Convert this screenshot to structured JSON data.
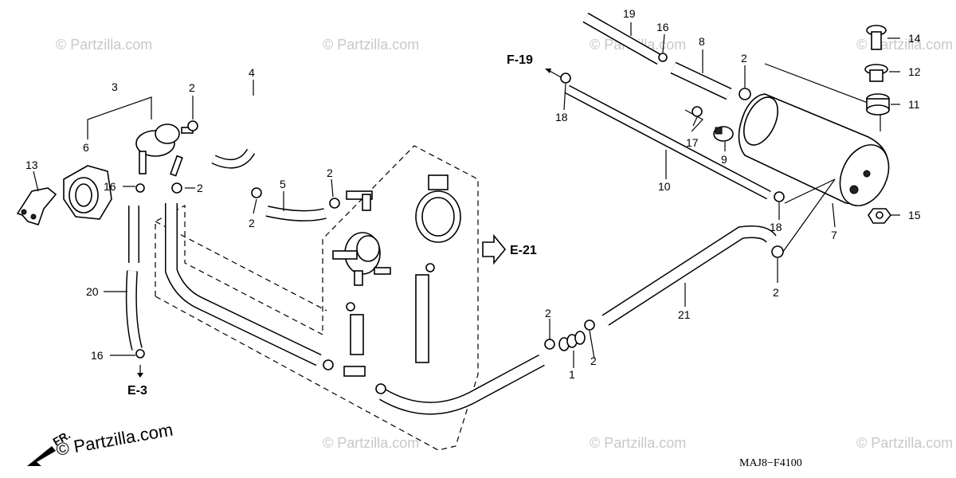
{
  "diagram_code": "MAJ8−F4100",
  "watermark": "© Partzilla.com",
  "watermark_large": "© Partzilla.com",
  "refs": {
    "f19": "F-19",
    "e21": "E-21",
    "e3": "E-3",
    "fr": "FR."
  },
  "labels": {
    "p1": "1",
    "p2a": "2",
    "p2b": "2",
    "p2c": "2",
    "p2d": "2",
    "p2e": "2",
    "p2f": "2",
    "p2g": "2",
    "p2h": "2",
    "p3": "3",
    "p4": "4",
    "p5": "5",
    "p6": "6",
    "p7": "7",
    "p8": "8",
    "p9": "9",
    "p10": "10",
    "p11": "11",
    "p12": "12",
    "p13": "13",
    "p14": "14",
    "p15": "15",
    "p16a": "16",
    "p16b": "16",
    "p16c": "16",
    "p17": "17",
    "p18a": "18",
    "p18b": "18",
    "p19": "19",
    "p20": "20",
    "p21": "21"
  }
}
